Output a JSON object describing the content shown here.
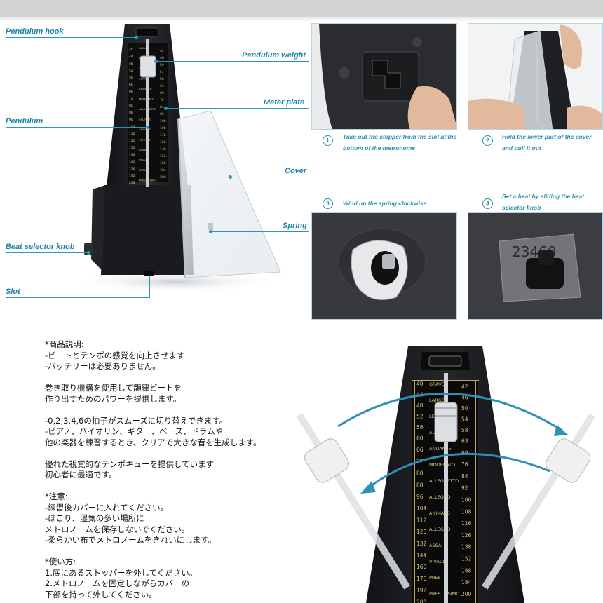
{
  "callouts": {
    "pendulum_hook": "Pendulum hook",
    "pendulum_weight": "Pendulum weight",
    "meter_plate": "Meter plate",
    "pendulum": "Pendulum",
    "cover": "Cover",
    "spring": "Spring",
    "beat_selector_knob": "Beat selector knob",
    "slot": "Slot"
  },
  "steps": [
    {
      "num": "1",
      "text": "Take out the stopper from the slot at the bottom of the metronome"
    },
    {
      "num": "2",
      "text": "Hold the lower part of the cover and pull it out"
    },
    {
      "num": "3",
      "text": "Wind up the spring clockwise"
    },
    {
      "num": "4",
      "text": "Set a beat by sliding the beat selector knob"
    }
  ],
  "knob_digits": "23460",
  "scale": {
    "left_numbers": [
      "40",
      "44",
      "48",
      "52",
      "56",
      "60",
      "66",
      "72",
      "80",
      "88",
      "96",
      "104",
      "112",
      "120",
      "132",
      "144",
      "160",
      "176",
      "192",
      "208"
    ],
    "right_numbers": [
      "42",
      "46",
      "50",
      "54",
      "58",
      "63",
      "69",
      "76",
      "84",
      "92",
      "100",
      "108",
      "116",
      "126",
      "138",
      "152",
      "168",
      "184",
      "200"
    ],
    "tempo_words": [
      "GRAVE",
      "LARGO",
      "LENTO",
      "ADAGIO",
      "ANDANTE",
      "MODERATO",
      "ALLEGRETTO",
      "ALLEGRO",
      "ANIMATO",
      "ALLEGRO",
      "ASSAI",
      "VIVACE",
      "PRESTO",
      "PRESTISSIMO"
    ]
  },
  "description_lines": [
    "*商品説明:",
    "-ビートとテンポの感覚を向上させます",
    "-バッテリーは必要ありません。",
    "",
    "巻き取り機構を使用して韻律ビートを",
    "作り出すためのパワーを提供します。",
    "",
    "-0,2,3,4,6の拍子がスムーズに切り替えできます。",
    "-ピアノ、バイオリン、ギター、ベース、ドラムや",
    "他の楽器を練習するとき、クリアで大きな音を生成します。",
    "",
    "優れた視覚的なテンポキューを提供しています",
    "初心者に最適です。",
    "",
    "*注意:",
    "-練習後カバーに入れてください。",
    "-ほこり、湿気の多い場所に",
    "メトロノームを保存しないでください。",
    "-柔らかい布でメトロノームをきれいにします。",
    "",
    "*使い方:",
    "1.底にあるストッパーを外してください。",
    "2.メトロノームを固定しながらカバーの",
    "下部を持って外してください。"
  ],
  "colors": {
    "accent": "#2a97b8",
    "body": "#1c1d20",
    "scale_text": "#d8c27a"
  }
}
